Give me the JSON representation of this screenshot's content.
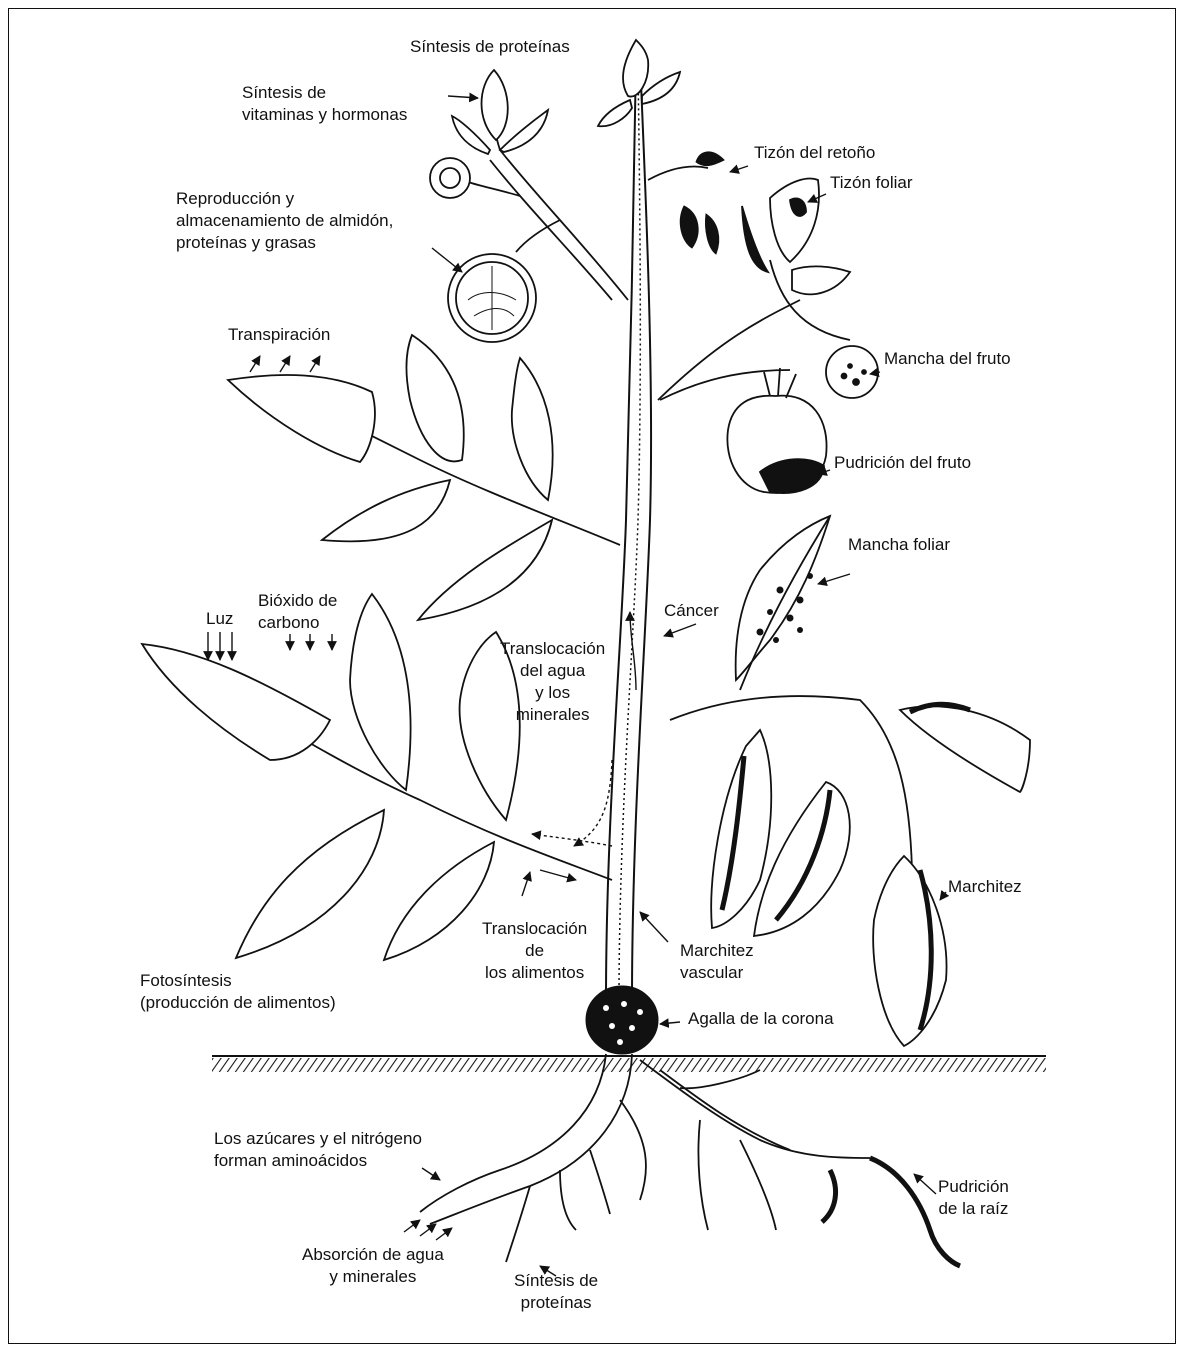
{
  "labels": {
    "sintesis_proteinas_top": "Síntesis de proteínas",
    "sintesis_vitaminas": "Síntesis de\nvitaminas y hormonas",
    "reproduccion": "Reproducción y\nalmacenamiento de almidón,\nproteínas y grasas",
    "transpiracion": "Transpiración",
    "luz": "Luz",
    "bioxido": "Bióxido de\ncarbono",
    "fotosintesis": "Fotosíntesis\n(producción de alimentos)",
    "translocacion_agua": "Translocación\ndel agua\ny los\nminerales",
    "translocacion_alimentos": "Translocación\nde\nlos alimentos",
    "tizon_retono": "Tizón del retoño",
    "tizon_foliar": "Tizón foliar",
    "mancha_fruto": "Mancha del fruto",
    "pudricion_fruto": "Pudrición del fruto",
    "mancha_foliar": "Mancha foliar",
    "cancer": "Cáncer",
    "marchitez": "Marchitez",
    "marchitez_vascular": "Marchitez\nvascular",
    "agalla_corona": "Agalla de la corona",
    "azucares": "Los azúcares y el nitrógeno\nforman aminoácidos",
    "absorcion": "Absorción de agua\ny minerales",
    "sintesis_proteinas_root": "Síntesis de\nproteínas",
    "pudricion_raiz": "Pudrición\nde la raíz"
  }
}
